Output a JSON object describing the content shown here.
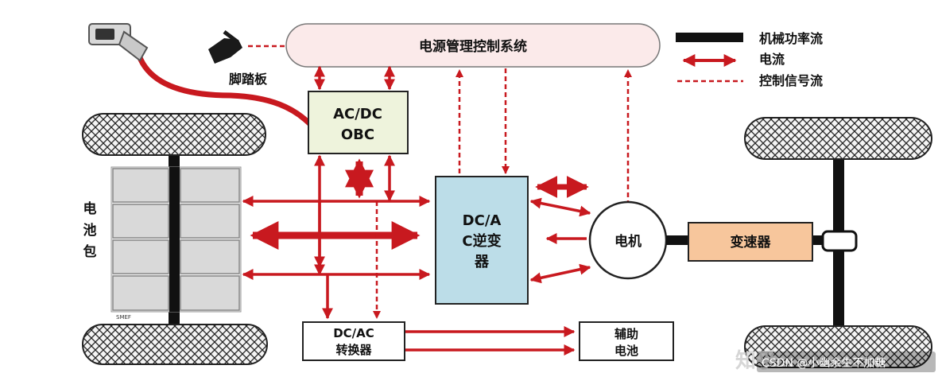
{
  "colors": {
    "control_box_fill": "#fbeaea",
    "obc_fill": "#eef3dc",
    "inverter_fill": "#bcdde8",
    "gearbox_fill": "#f7c69c",
    "arrow_red": "#c8191f",
    "mechanical_black": "#111111",
    "battery_cell": "#d9d9d9"
  },
  "legend": {
    "mechanical_power": "机械功率流",
    "current": "电流",
    "control_signal": "控制信号流"
  },
  "nodes": {
    "power_management": "电源管理控制系统",
    "obc_line1": "AC/DC",
    "obc_line2": "OBC",
    "inverter_line1": "DC/A",
    "inverter_line2": "C逆变",
    "inverter_line3": "器",
    "motor": "电机",
    "gearbox": "变速器",
    "converter_line1": "DC/AC",
    "converter_line2": "转换器",
    "aux_battery_line1": "辅助",
    "aux_battery_line2": "电池",
    "pedal": "脚踏板",
    "battery_pack": [
      "电",
      "池",
      "包"
    ],
    "battery_tag": "SMEF"
  },
  "watermark": {
    "zhihu": "知乎",
    "csdn": "CSDN @小幽余生不加糖"
  },
  "icons": [
    "charging-plug-icon",
    "pedal-icon",
    "tire-icon"
  ]
}
